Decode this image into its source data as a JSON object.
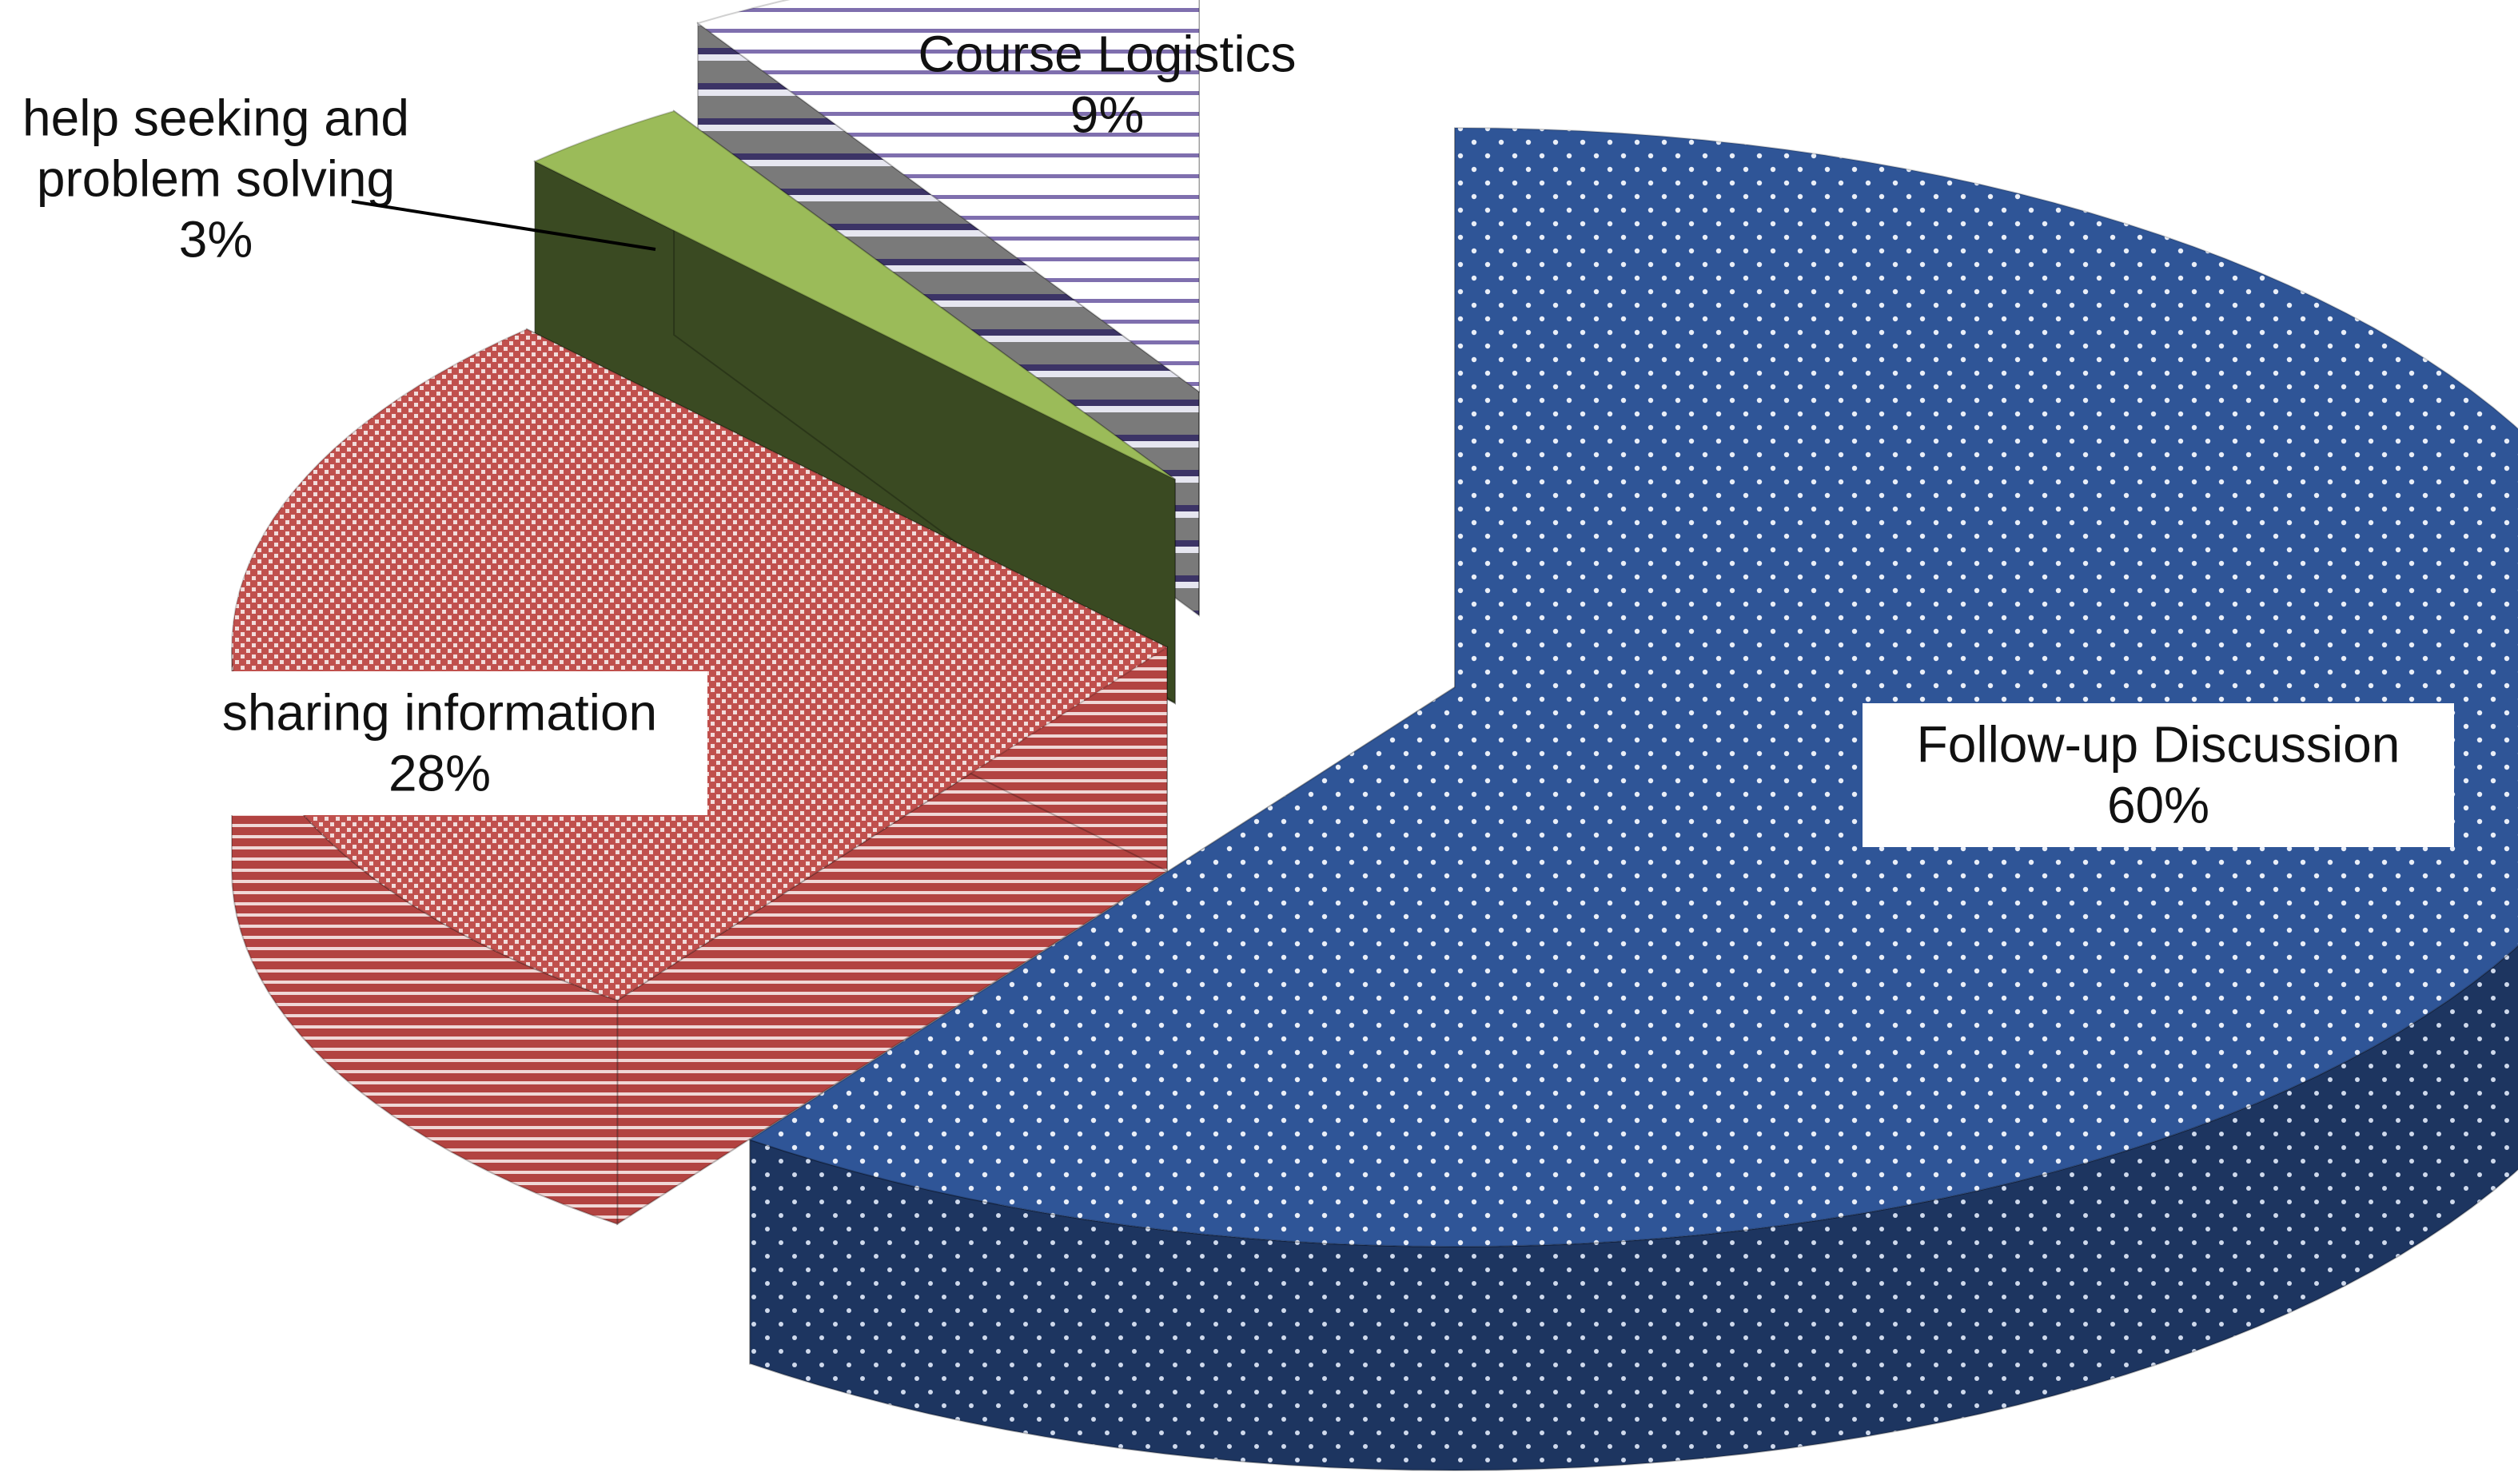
{
  "chart_data": {
    "type": "pie",
    "three_d": true,
    "exploded": true,
    "legend": "none",
    "slices": [
      {
        "label": "Follow-up Discussion",
        "percent_label": "60%",
        "value": 60,
        "color": "#2f5597",
        "pattern": "dots"
      },
      {
        "label": "sharing information",
        "percent_label": "28%",
        "value": 28,
        "color": "#c0504d",
        "pattern": "checker"
      },
      {
        "label": "help seeking and problem solving",
        "percent_label": "3%",
        "value": 3,
        "color": "#9bbb59",
        "pattern": "solid"
      },
      {
        "label": "Course Logistics",
        "percent_label": "9%",
        "value": 9,
        "color": "#7f6fae",
        "pattern": "horizontal-stripes"
      }
    ]
  }
}
